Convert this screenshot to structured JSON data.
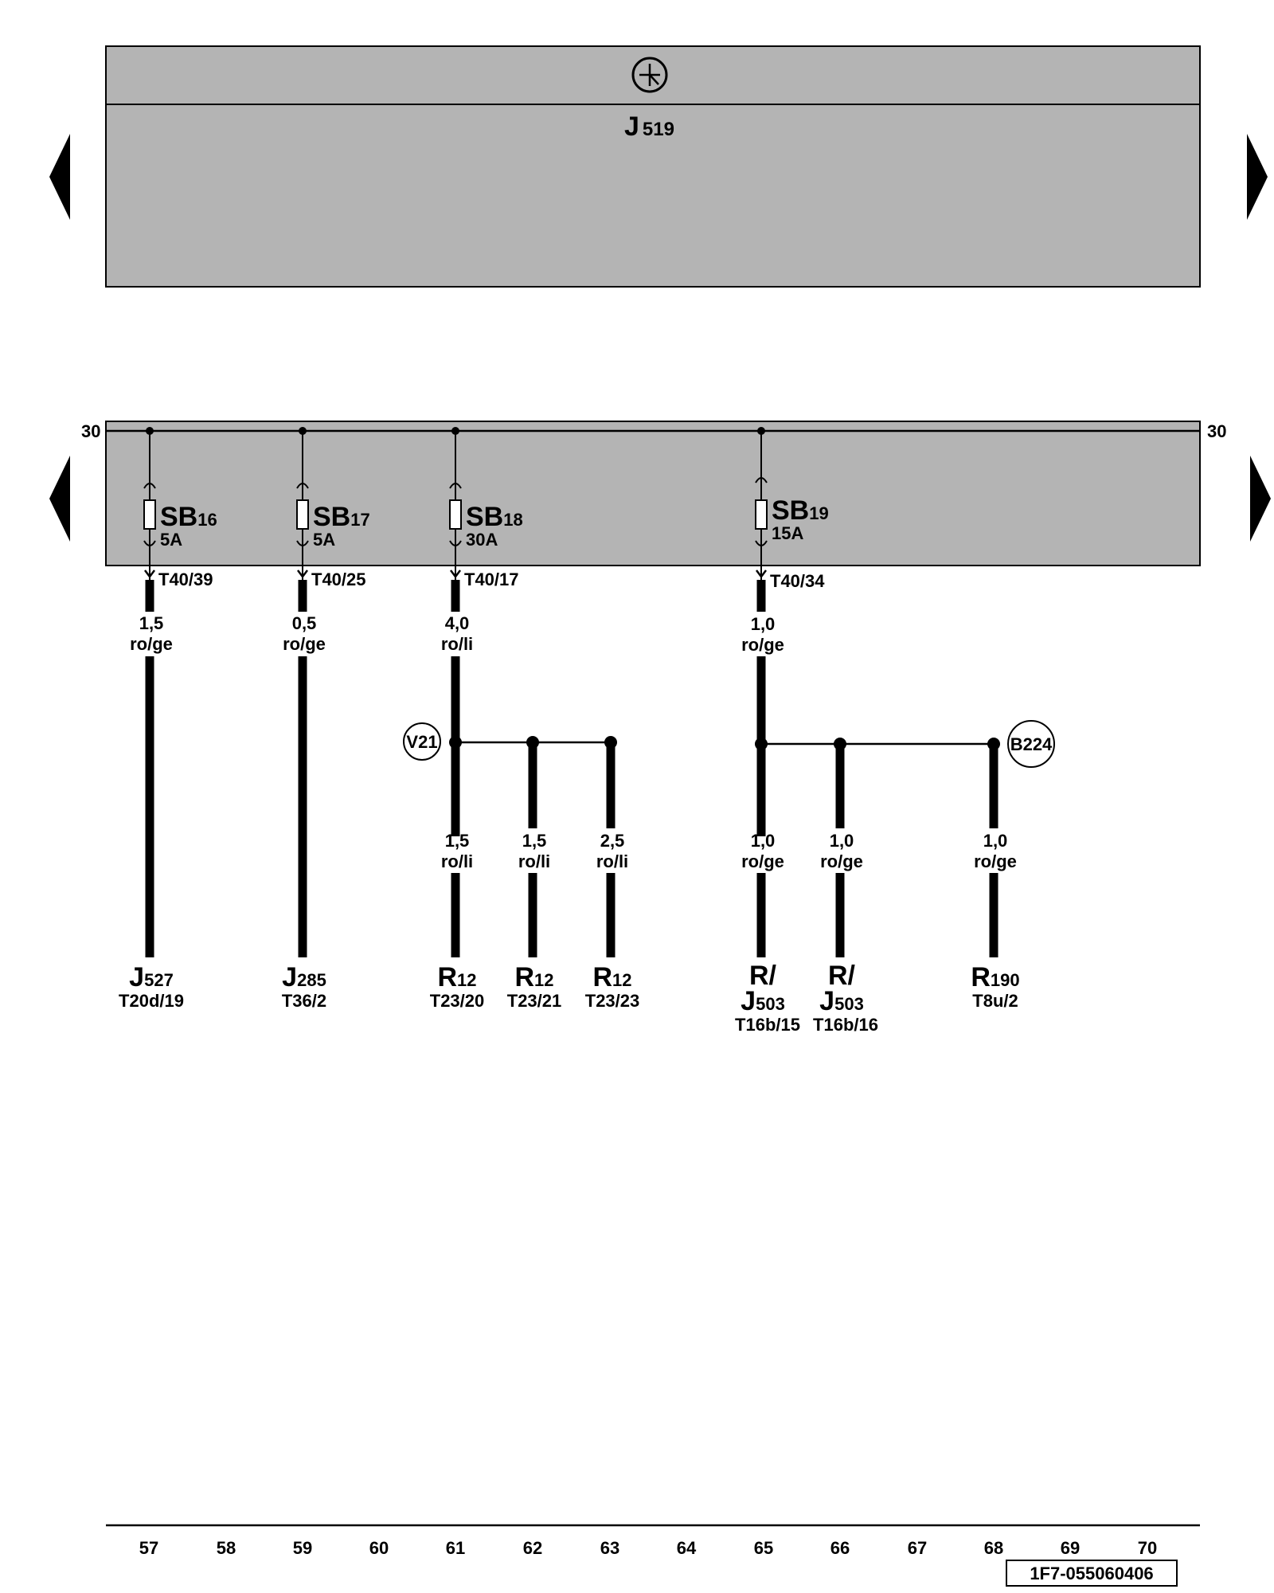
{
  "top_unit": {
    "name": "J",
    "sub": "519",
    "symbol": "ignition-switch-symbol"
  },
  "busbar": {
    "left_label": "30",
    "right_label": "30"
  },
  "fuses": [
    {
      "name": "SB",
      "num": "16",
      "rating": "5A",
      "terminal": "T40/39",
      "size": "1,5",
      "color": "ro/ge"
    },
    {
      "name": "SB",
      "num": "17",
      "rating": "5A",
      "terminal": "T40/25",
      "size": "0,5",
      "color": "ro/ge"
    },
    {
      "name": "SB",
      "num": "18",
      "rating": "30A",
      "terminal": "T40/17",
      "size": "4,0",
      "color": "ro/li"
    },
    {
      "name": "SB",
      "num": "19",
      "rating": "15A",
      "terminal": "T40/34",
      "size": "1,0",
      "color": "ro/ge"
    }
  ],
  "nodes": [
    {
      "label": "V21"
    },
    {
      "label": "B224"
    }
  ],
  "branch_wires": [
    {
      "size": "1,5",
      "color": "ro/li"
    },
    {
      "size": "1,5",
      "color": "ro/li"
    },
    {
      "size": "2,5",
      "color": "ro/li"
    },
    {
      "size": "1,0",
      "color": "ro/ge"
    },
    {
      "size": "1,0",
      "color": "ro/ge"
    },
    {
      "size": "1,0",
      "color": "ro/ge"
    }
  ],
  "destinations": [
    {
      "line1": "J",
      "sub": "527",
      "line2": "",
      "pin": "T20d/19"
    },
    {
      "line1": "J",
      "sub": "285",
      "line2": "",
      "pin": "T36/2"
    },
    {
      "line1": "R",
      "sub": "12",
      "line2": "",
      "pin": "T23/20"
    },
    {
      "line1": "R",
      "sub": "12",
      "line2": "",
      "pin": "T23/21"
    },
    {
      "line1": "R",
      "sub": "12",
      "line2": "",
      "pin": "T23/23"
    },
    {
      "line1": "R/",
      "sub": "503",
      "line2": "J",
      "pin": "T16b/15"
    },
    {
      "line1": "R/",
      "sub": "503",
      "line2": "J",
      "pin": "T16b/16"
    },
    {
      "line1": "R",
      "sub": "190",
      "line2": "",
      "pin": "T8u/2"
    }
  ],
  "grid_numbers": [
    "57",
    "58",
    "59",
    "60",
    "61",
    "62",
    "63",
    "64",
    "65",
    "66",
    "67",
    "68",
    "69",
    "70"
  ],
  "doc_id": "1F7-055060406",
  "colors": {
    "panel": "#b4b4b4",
    "line": "#000000",
    "background": "#ffffff"
  },
  "nav": {
    "prev_icon": "triangle-left-icon",
    "next_icon": "triangle-right-icon"
  }
}
